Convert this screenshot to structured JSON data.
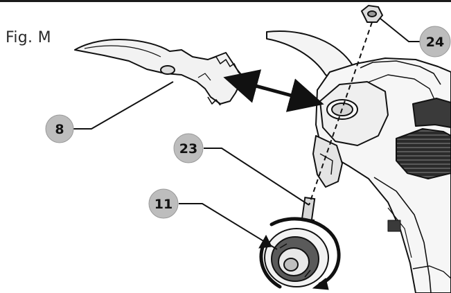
{
  "figure": {
    "label": "Fig. M",
    "callouts": [
      {
        "id": "8",
        "text": "8"
      },
      {
        "id": "24",
        "text": "24"
      },
      {
        "id": "23",
        "text": "23"
      },
      {
        "id": "11",
        "text": "11"
      }
    ]
  },
  "colors": {
    "line": "#111111",
    "callout_fill": "#bdbdbd",
    "dark_part": "#3a3a3a",
    "light_part": "#f4f4f4"
  }
}
